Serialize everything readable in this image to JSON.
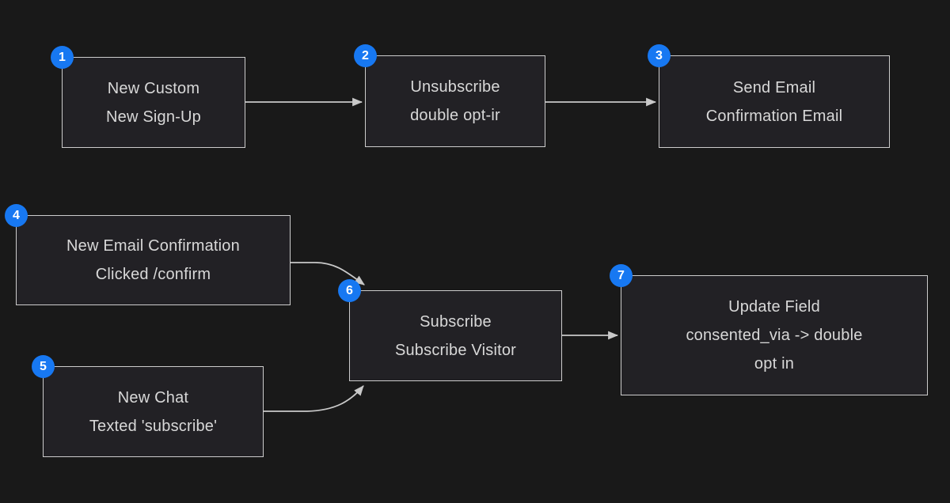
{
  "colors": {
    "bg": "#191919",
    "box_fill": "#222125",
    "box_border": "#cccccc",
    "text": "#d8d8d8",
    "badge_bg": "#1778f2",
    "badge_text": "#ffffff",
    "connector": "#c9c9c9"
  },
  "nodes": [
    {
      "badge": "1",
      "lines": [
        "New Custom",
        "New Sign-Up"
      ]
    },
    {
      "badge": "2",
      "lines": [
        "Unsubscribe",
        "double opt-ir"
      ]
    },
    {
      "badge": "3",
      "lines": [
        "Send Email",
        "Confirmation Email"
      ]
    },
    {
      "badge": "4",
      "lines": [
        "New Email Confirmation",
        "Clicked /confirm"
      ]
    },
    {
      "badge": "5",
      "lines": [
        "New Chat",
        "Texted 'subscribe'"
      ]
    },
    {
      "badge": "6",
      "lines": [
        "Subscribe",
        "Subscribe Visitor"
      ]
    },
    {
      "badge": "7",
      "lines": [
        "Update Field",
        "consented_via -> double",
        "opt in"
      ]
    }
  ],
  "edges": [
    {
      "from": "1",
      "to": "2"
    },
    {
      "from": "2",
      "to": "3"
    },
    {
      "from": "4",
      "to": "6"
    },
    {
      "from": "5",
      "to": "6"
    },
    {
      "from": "6",
      "to": "7"
    }
  ]
}
